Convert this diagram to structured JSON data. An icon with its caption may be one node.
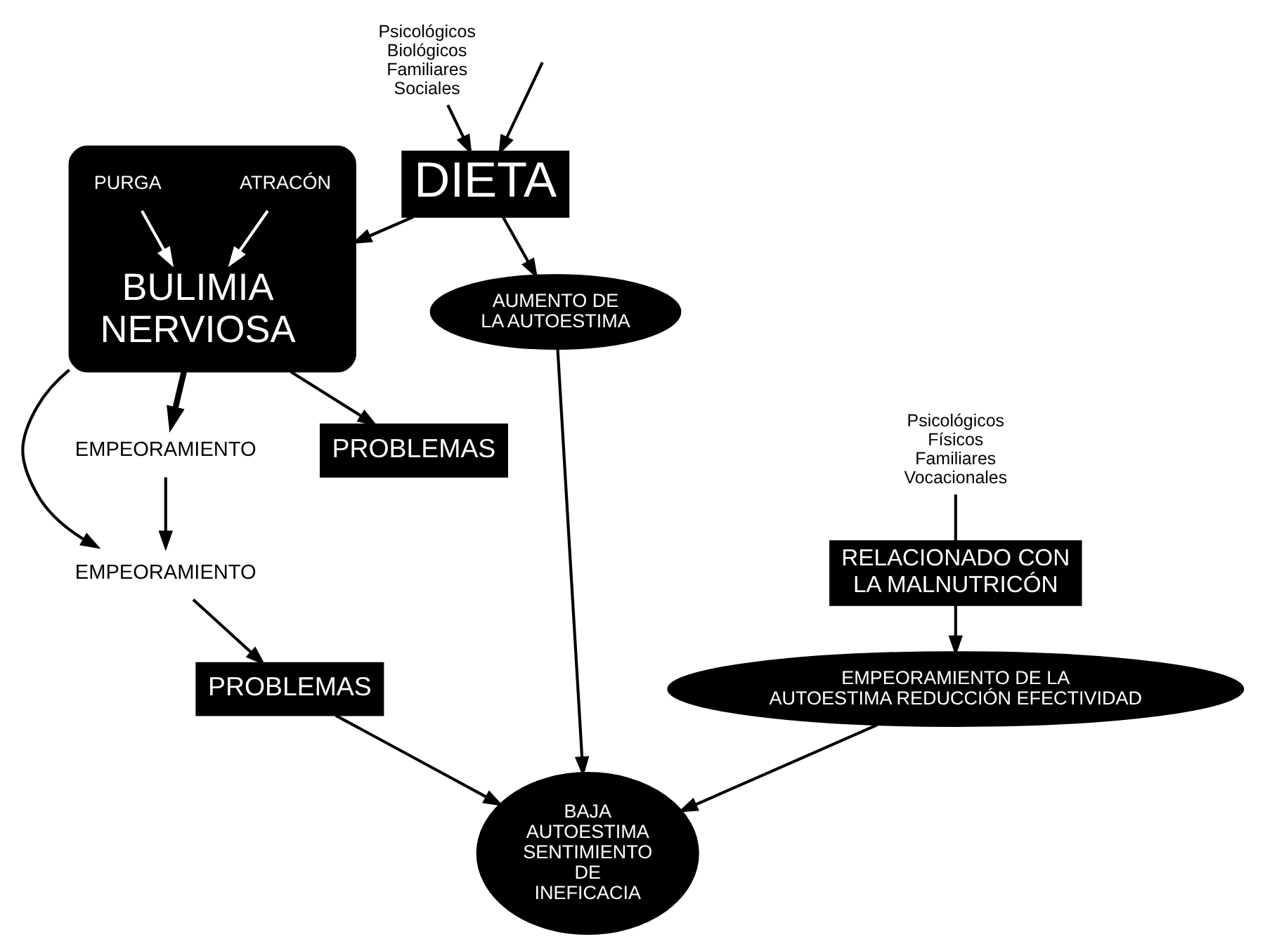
{
  "diagram": {
    "nodes": [
      {
        "text": [
          "PROBLEMAS"
        ]
      },
      {
        "text": [
          "Psicológicos Biológicos Familiares Sociales"
        ]
      },
      {
        "text": [
          "BAJA AUTOESTIMA SENTIMIENTO DE INEFICACIA"
        ]
      },
      {
        "text": [
          "AUMENTO DE LA AUTOESTIMA"
        ]
      },
      {
        "text": [
          "DIETA"
        ]
      },
      {
        "text": [
          "EMPEORAMIENTO"
        ]
      },
      {
        "text": [],
        "shape": "ellipse"
      },
      {
        "text": [
          "ATRACÓN"
        ],
        "in": 6
      },
      {
        "text": [
          "PURGA"
        ],
        "in": 6
      },
      {
        "text": [
          "BULIMIA NERVIOSA"
        ],
        "in": 6
      },
      {
        "text": [
          "EMPEORAMIENTO"
        ]
      },
      {
        "text": [
          "PROBLEMAS"
        ]
      },
      {
        "text": [
          "Psicológicos Físicos Familiares Vocacionales"
        ]
      },
      {
        "text": [
          "RELACIONADO CON LA MALNUTRICÓN"
        ]
      },
      {
        "text": [
          "EMPEORAMIENTO DE LA AUTOESTIMA REDUCCIÓN EFECTIVIDAD"
        ]
      }
    ],
    "edges": [
      {
        "from": 5,
        "to": 0,
        "arrow": "to"
      },
      {
        "from": 0,
        "to": 2,
        "arrow": "to"
      },
      {
        "from": 1,
        "to": 4,
        "arrow": "to"
      },
      {
        "from": null,
        "to": 4,
        "arrow": "to"
      },
      {
        "from": 4,
        "to": 3,
        "arrow": "to"
      },
      {
        "from": 3,
        "to": 2,
        "arrow": "to"
      },
      {
        "from": 4,
        "to": 6,
        "arrow": "to"
      },
      {
        "from": 7,
        "to": 9,
        "arrow": "to",
        "color": "#ffffff"
      },
      {
        "from": 8,
        "to": 9,
        "arrow": "to",
        "color": "#ffffff"
      },
      {
        "from": 6,
        "to": 5,
        "arrow": "to"
      },
      {
        "from": 10,
        "to": 5,
        "arrow": "to"
      },
      {
        "from": 6,
        "to": 10,
        "arrow": "to",
        "style": "thick"
      },
      {
        "from": 6,
        "to": 11,
        "arrow": "to"
      },
      {
        "from": 12,
        "to": 13,
        "arrow": "none"
      },
      {
        "from": 13,
        "to": 14,
        "arrow": "to"
      },
      {
        "from": 14,
        "to": 2,
        "arrow": "to"
      }
    ]
  }
}
